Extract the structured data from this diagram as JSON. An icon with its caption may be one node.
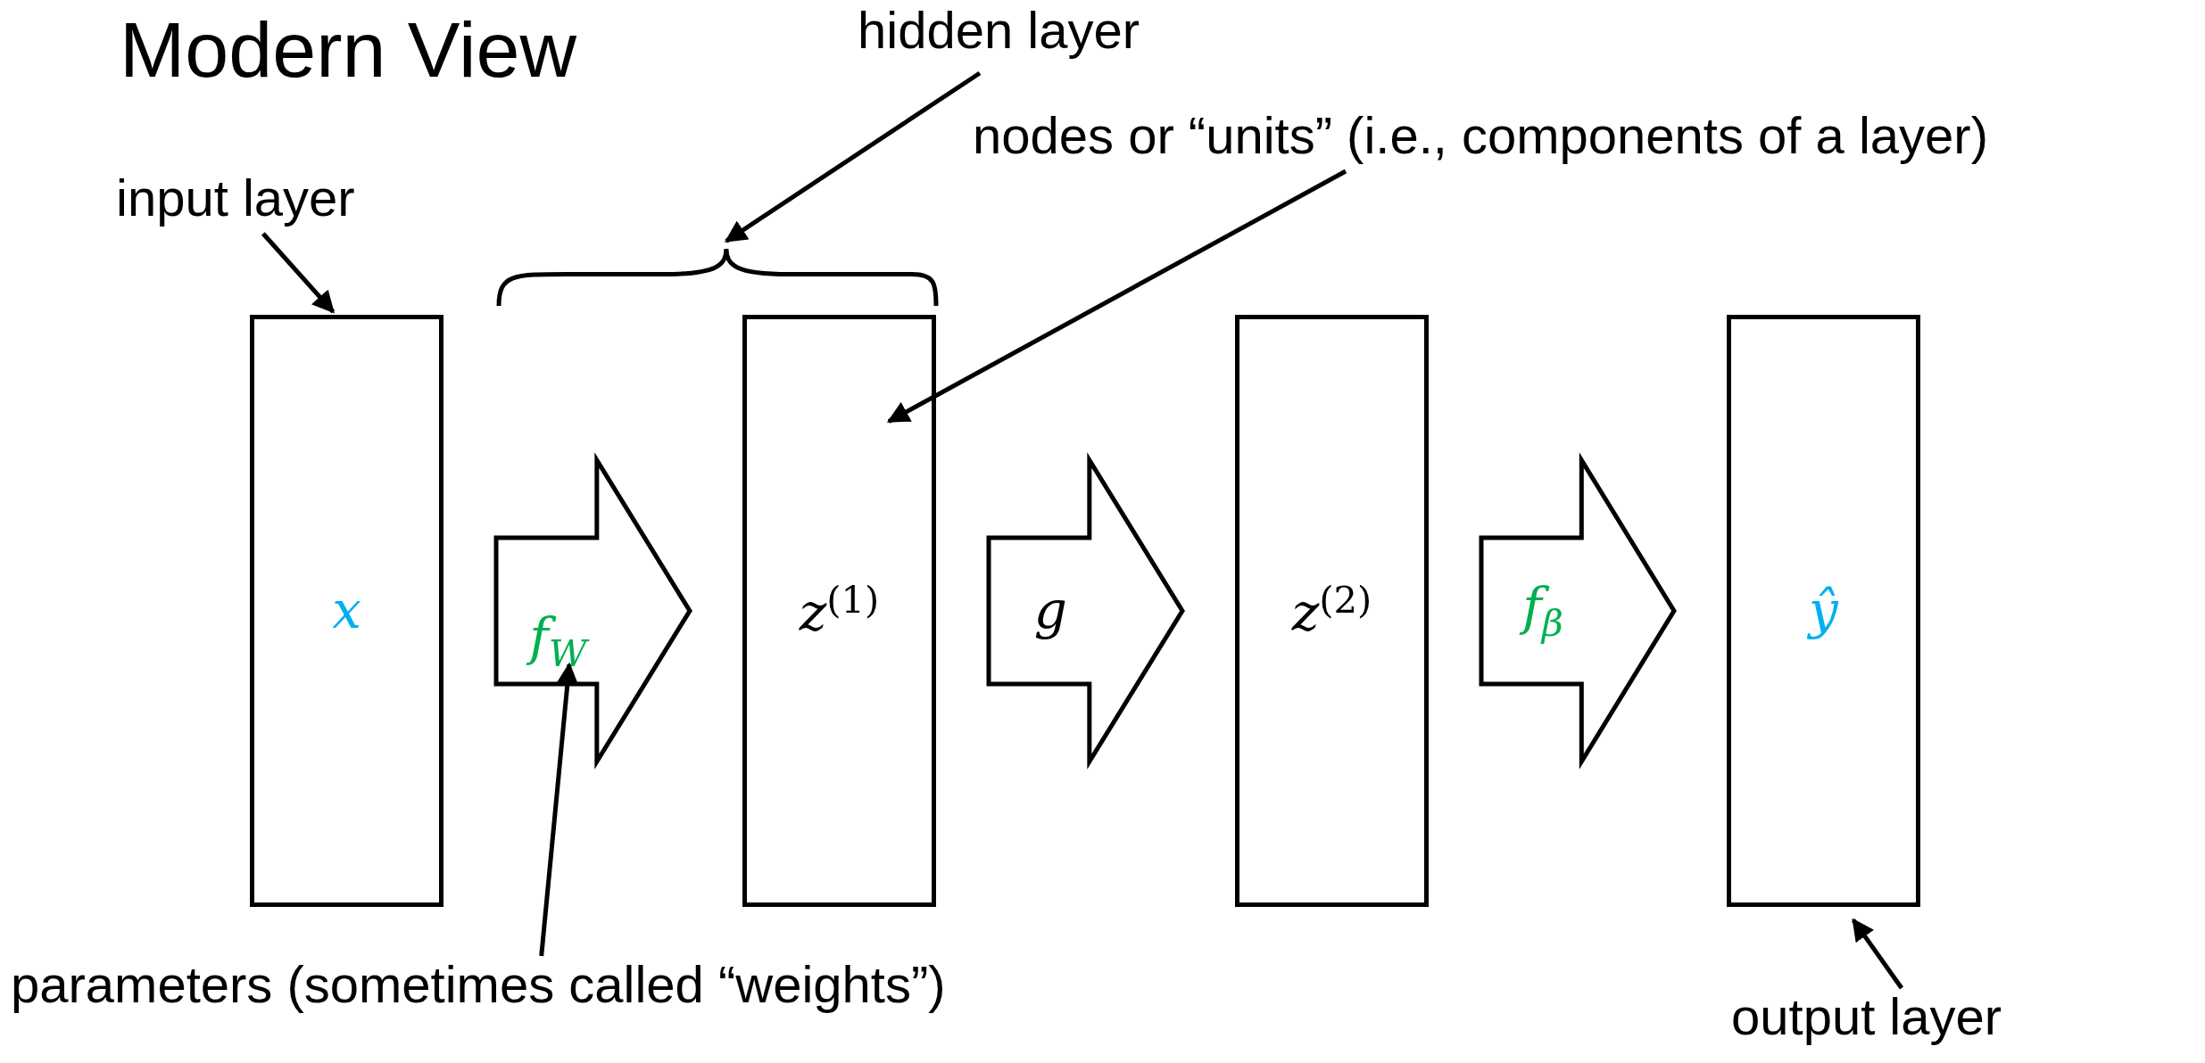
{
  "diagram": {
    "title": "Modern View",
    "nodes": [
      {
        "text": [
          "hidden layer"
        ]
      },
      {
        "text": [
          "nodes or “units” (i.e., components of a layer)"
        ]
      },
      {
        "text": [
          "input layer"
        ]
      },
      {
        "text": [],
        "shape": "brace"
      },
      {
        "text": [
          "x"
        ]
      },
      {
        "text": [
          "z$^{(1)}$"
        ]
      },
      {
        "text": [
          "z$^{(2)}$"
        ]
      },
      {
        "text": [
          "ŷ"
        ]
      },
      {
        "text": [
          "parameters (sometimes called “weights”)"
        ]
      },
      {
        "text": [
          "output layer"
        ]
      }
    ],
    "edges": [
      {
        "from": 4,
        "to": 5,
        "arrow": "to",
        "label": "f$_{W}$",
        "style": "thick"
      },
      {
        "from": 5,
        "to": 6,
        "arrow": "to",
        "label": "g",
        "style": "thick"
      },
      {
        "from": 6,
        "to": 7,
        "arrow": "to",
        "label": "f$_{β}$",
        "style": "thick"
      },
      {
        "from": 2,
        "to": 4,
        "arrow": "to"
      },
      {
        "from": 0,
        "to": 3,
        "arrow": "to"
      },
      {
        "from": 1,
        "to": 5,
        "arrow": "to"
      },
      {
        "from": 8,
        "to": null,
        "arrow": "to"
      },
      {
        "from": 9,
        "to": 7,
        "arrow": "to"
      }
    ]
  }
}
